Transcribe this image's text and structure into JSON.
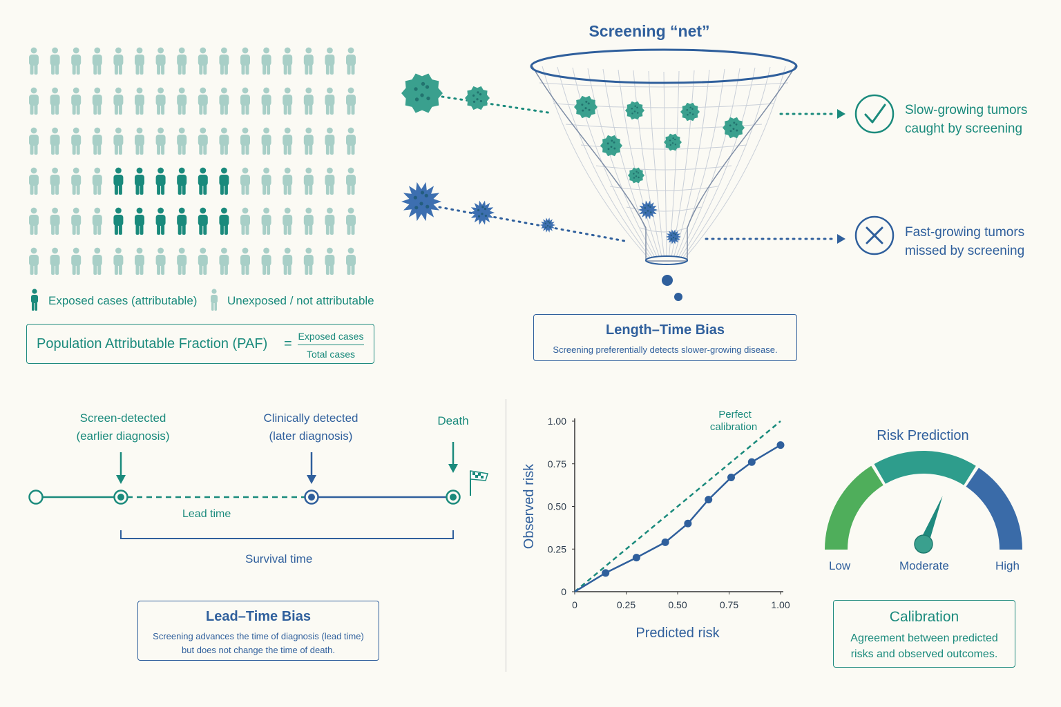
{
  "paf": {
    "legend_exposed": "Exposed cases (attributable)",
    "legend_unexposed": "Unexposed / not attributable",
    "formula_label": "Population Attributable Fraction (PAF)",
    "equals": "=",
    "numerator": "Exposed cases",
    "denominator": "Total cases",
    "colors": {
      "exposed": "#1a8a7c",
      "unexposed": "#a8cfc7"
    }
  },
  "screening": {
    "title": "Screening “net”",
    "slow_line1": "Slow-growing tumors",
    "slow_line2": "caught by screening",
    "fast_line1": "Fast-growing tumors",
    "fast_line2": "missed by screening",
    "box_title": "Length–Time Bias",
    "box_text": "Screening preferentially detects slower-growing disease."
  },
  "lead_time": {
    "screen_line1": "Screen-detected",
    "screen_line2": "(earlier diagnosis)",
    "clinical_line1": "Clinically detected",
    "clinical_line2": "(later diagnosis)",
    "death": "Death",
    "lead_label": "Lead time",
    "survival_label": "Survival time",
    "box_title": "Lead–Time Bias",
    "box_line1": "Screening advances the time of diagnosis (lead time)",
    "box_line2": "but does not change the time of death."
  },
  "chart_data": {
    "type": "line",
    "xlabel": "Predicted risk",
    "ylabel": "Observed risk",
    "xlim": [
      0,
      1
    ],
    "ylim": [
      0,
      1
    ],
    "x_ticks": [
      "0",
      "0.25",
      "0.50",
      "0.75",
      "1.00"
    ],
    "y_ticks": [
      "0",
      "0.25",
      "0.50",
      "0.75",
      "1.00"
    ],
    "annotation_line1": "Perfect",
    "annotation_line2": "calibration",
    "series": [
      {
        "style": "dashed",
        "color": "#1a8a7c",
        "x": [
          0,
          1
        ],
        "y": [
          0,
          1
        ]
      },
      {
        "style": "solid",
        "color": "#2f5f9c",
        "x": [
          0,
          0.15,
          0.3,
          0.44,
          0.55,
          0.65,
          0.76,
          0.86,
          1.0
        ],
        "y": [
          0,
          0.11,
          0.2,
          0.29,
          0.4,
          0.54,
          0.67,
          0.76,
          0.86
        ],
        "markers": [
          0.15,
          0.3,
          0.44,
          0.55,
          0.65,
          0.76,
          0.86,
          1.0
        ]
      }
    ],
    "grid": false
  },
  "gauge": {
    "title": "Risk Prediction",
    "low": "Low",
    "moderate": "Moderate",
    "high": "High",
    "needle_level": 0.62,
    "colors": {
      "low": "#4fae5b",
      "moderate": "#2e9d8c",
      "high": "#3a6ba8"
    }
  },
  "calibration_box": {
    "title": "Calibration",
    "line1": "Agreement between predicted",
    "line2": "risks and observed outcomes."
  }
}
